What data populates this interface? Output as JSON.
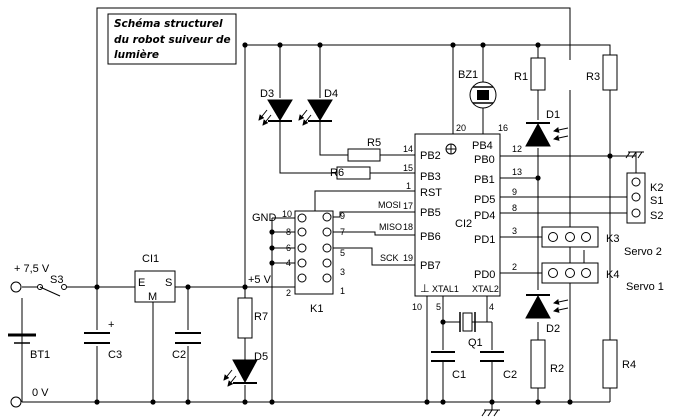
{
  "title": [
    "Schéma structurel",
    "du robot suiveur de",
    "lumière"
  ],
  "supply": {
    "voltage": "+ 7,5 V",
    "ground": "0 V",
    "rail": "+5 V"
  },
  "parts": {
    "S3": "S3",
    "BT1": "BT1",
    "CI1": "CI1",
    "C3": "C3",
    "C2": "C2",
    "R7": "R7",
    "D5": "D5",
    "D3": "D3",
    "D4": "D4",
    "R5": "R5",
    "R6": "R6",
    "BZ1": "BZ1",
    "R1": "R1",
    "R3": "R3",
    "D1": "D1",
    "D2": "D2",
    "R2": "R2",
    "R4": "R4",
    "Q1": "Q1",
    "C1": "C1",
    "C2b": "C2",
    "K1": "K1",
    "CI2": "CI2",
    "K2": "K2",
    "K3": "K3",
    "K4": "K4"
  },
  "ci1_pins": {
    "E": "E",
    "S": "S",
    "M": "M"
  },
  "k2_pins": [
    "S1",
    "S2"
  ],
  "servos": {
    "k3": "Servo 2",
    "k4": "Servo 1"
  },
  "k1": {
    "gnd": "GND",
    "left_pins": [
      "10",
      "8",
      "6",
      "4",
      "2"
    ],
    "right_pins": [
      "9",
      "7",
      "5",
      "3",
      "1"
    ],
    "signals": {
      "mosi": "MOSI",
      "miso": "MISO",
      "sck": "SCK"
    }
  },
  "ci2": {
    "left": [
      "PB2",
      "PB3",
      "RST",
      "PB5",
      "PB6",
      "PB7"
    ],
    "right": [
      "PB4",
      "PB0",
      "PB1",
      "PD5",
      "PD4",
      "PD1",
      "PD0"
    ],
    "bottom": [
      "XTAL1",
      "XTAL2"
    ],
    "pin_numbers": {
      "p20": "20",
      "p16": "16",
      "p12": "12",
      "p13": "13",
      "p9": "9",
      "p8": "8",
      "p3": "3",
      "p2": "2",
      "p14": "14",
      "p15": "15",
      "p1": "1",
      "p17": "17",
      "p18": "18",
      "p19": "19",
      "p10": "10",
      "p5": "5",
      "p4": "4"
    }
  }
}
